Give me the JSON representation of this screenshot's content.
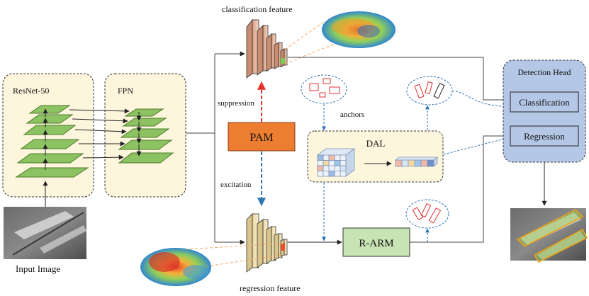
{
  "labels": {
    "classification_feature": "classification feature",
    "regression_feature": "regression feature",
    "resnet": "ResNet-50",
    "fpn": "FPN",
    "suppression": "suppression",
    "excitation": "excitation",
    "pam": "PAM",
    "anchors": "anchors",
    "dal": "DAL",
    "r_arm": "R-ARM",
    "detection_head": "Detection Head",
    "classification": "Classification",
    "regression": "Regression",
    "input_image": "Input Image"
  },
  "colors": {
    "backbone_fill": "#fdf5dc",
    "layer_green": "#8dc262",
    "layer_green_edge": "#4c7a2c",
    "pam_fill": "#ed7d31",
    "r_arm_fill": "#c9e4b4",
    "detection_head_fill": "#b4c7e7",
    "suppression_arrow": "#e8302a",
    "excitation_arrow": "#2e75b6",
    "anchor_box": "#e03030"
  }
}
